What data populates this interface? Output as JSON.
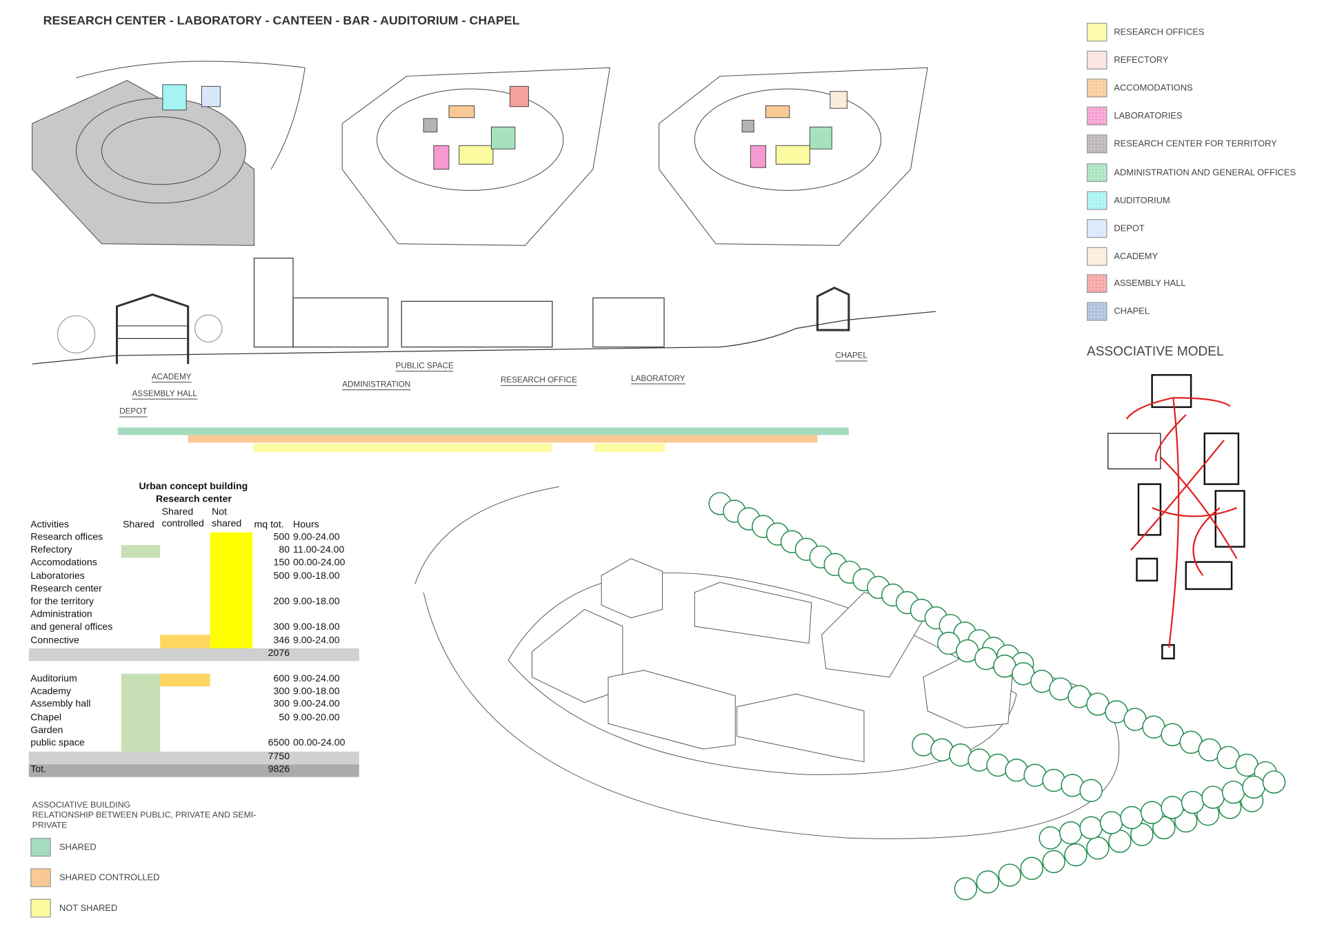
{
  "title": "RESEARCH CENTER - LABORATORY - CANTEEN - BAR - AUDITORIUM - CHAPEL",
  "legend": [
    {
      "label": "RESEARCH OFFICES",
      "color": "#fdfba0"
    },
    {
      "label": "REFECTORY",
      "color": "#fbe0e0"
    },
    {
      "label": "ACCOMODATIONS",
      "color": "#f9c995"
    },
    {
      "label": "LABORATORIES",
      "color": "#f79ad0"
    },
    {
      "label": "RESEARCH CENTER FOR TERRITORY",
      "color": "#b8b3b3"
    },
    {
      "label": "ADMINISTRATION AND GENERAL OFFICES",
      "color": "#a6e3bd"
    },
    {
      "label": "AUDITORIUM",
      "color": "#a5f3f3"
    },
    {
      "label": "DEPOT",
      "color": "#d6e8fa"
    },
    {
      "label": "ACADEMY",
      "color": "#fcecdc"
    },
    {
      "label": "ASSEMBLY HALL",
      "color": "#f6a0a0"
    },
    {
      "label": "CHAPEL",
      "color": "#a9bfdc"
    }
  ],
  "associative_model_title": "ASSOCIATIVE MODEL",
  "section_labels": {
    "academy": "ACADEMY",
    "assembly_hall": "ASSEMBLY HALL",
    "depot": "DEPOT",
    "administration": "ADMINISTRATION",
    "public_space": "PUBLIC SPACE",
    "research_office": "RESEARCH OFFICE",
    "laboratory": "LABORATORY",
    "chapel": "CHAPEL"
  },
  "table": {
    "title1": "Urban concept building",
    "title2": "Research center",
    "headers": {
      "activities": "Activities",
      "shared": "Shared",
      "shared_controlled_1": "Shared",
      "shared_controlled_2": "controlled",
      "not_shared_1": "Not",
      "not_shared_2": "shared",
      "mq": "mq tot.",
      "hours": "Hours"
    },
    "group1": [
      {
        "l1": "Research offices",
        "mq": "500",
        "hours": "9.00-24.00"
      },
      {
        "l1": "Refectory",
        "mq": "80",
        "hours": "11.00-24.00"
      },
      {
        "l1": "Accomodations",
        "mq": "150",
        "hours": "00.00-24.00"
      },
      {
        "l1": "Laboratories",
        "mq": "500",
        "hours": "9.00-18.00"
      },
      {
        "l1": "Research center",
        "l2": "for the territory",
        "mq": "200",
        "hours": "9.00-18.00"
      },
      {
        "l1": "Administration",
        "l2": "and general offices",
        "mq": "300",
        "hours": "9.00-18.00"
      },
      {
        "l1": "Connective",
        "mq": "346",
        "hours": "9.00-24.00"
      }
    ],
    "subtotal1": "2076",
    "group2": [
      {
        "l1": "Auditorium",
        "mq": "600",
        "hours": "9.00-24.00"
      },
      {
        "l1": "Academy",
        "mq": "300",
        "hours": "9.00-18.00"
      },
      {
        "l1": "Assembly hall",
        "mq": "300",
        "hours": "9.00-24.00"
      },
      {
        "l1": "Chapel",
        "mq": "50",
        "hours": "9.00-20.00"
      },
      {
        "l1": "Garden",
        "l2": "public space",
        "mq": "6500",
        "hours": "00.00-24.00"
      }
    ],
    "subtotal2": "7750",
    "total_label": "Tot.",
    "total": "9826"
  },
  "relationship": {
    "title1": "ASSOCIATIVE BUILDING",
    "title2": "RELATIONSHIP BETWEEN PUBLIC, PRIVATE AND SEMI-",
    "title3": "PRIVATE",
    "items": [
      {
        "label": "SHARED",
        "color": "#a6dcbf"
      },
      {
        "label": "SHARED CONTROLLED",
        "color": "#f9c995"
      },
      {
        "label": "NOT SHARED",
        "color": "#fdfba0"
      }
    ]
  },
  "colors": {
    "shared": "#c6dfb4",
    "controlled": "#ffd561",
    "not_shared": "#ffff00",
    "subtotal": "#d0d0d0",
    "total": "#ababab",
    "tree": "#1e8a4a",
    "arrow": "#e02020"
  }
}
